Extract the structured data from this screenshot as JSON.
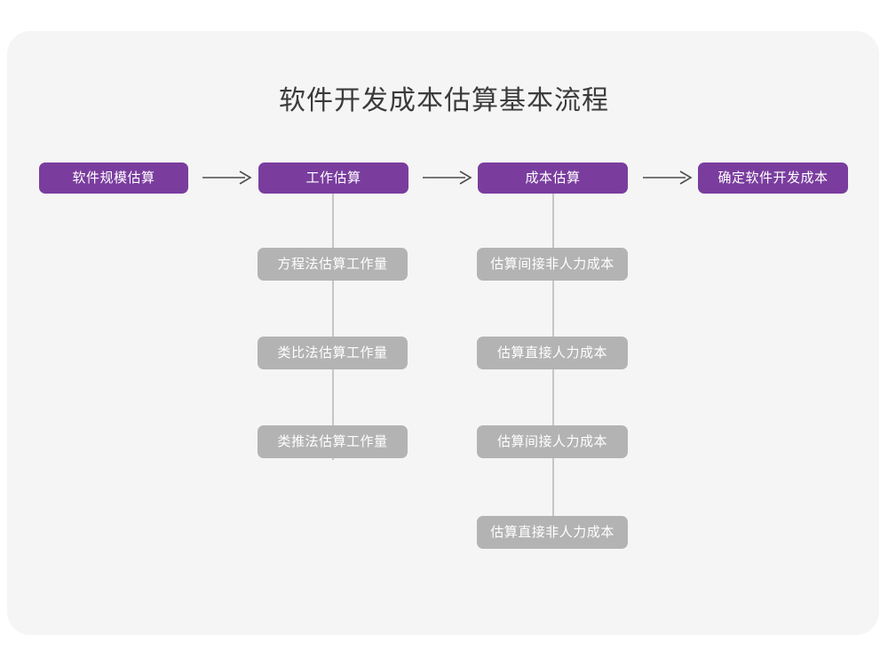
{
  "page": {
    "background_color": "#ffffff",
    "card_color": "#f5f5f5"
  },
  "diagram": {
    "title": "软件开发成本估算基本流程",
    "type": "flowchart",
    "accent_color": "#7a3d9e",
    "secondary_color": "#b3b3b3",
    "connector_color": "#c6c6c6",
    "arrow_color": "#4d4d4d",
    "main_flow": [
      {
        "label": "软件规模估算"
      },
      {
        "label": "工作估算"
      },
      {
        "label": "成本估算"
      },
      {
        "label": "确定软件开发成本"
      }
    ],
    "arrows": [
      {
        "name": "arrow-1"
      },
      {
        "name": "arrow-2"
      },
      {
        "name": "arrow-3"
      }
    ],
    "branches": [
      {
        "parent": "工作估算",
        "items": [
          {
            "label": "方程法估算工作量"
          },
          {
            "label": "类比法估算工作量"
          },
          {
            "label": "类推法估算工作量"
          }
        ]
      },
      {
        "parent": "成本估算",
        "items": [
          {
            "label": "估算间接非人力成本"
          },
          {
            "label": "估算直接人力成本"
          },
          {
            "label": "估算间接人力成本"
          },
          {
            "label": "估算直接非人力成本"
          }
        ]
      }
    ]
  }
}
